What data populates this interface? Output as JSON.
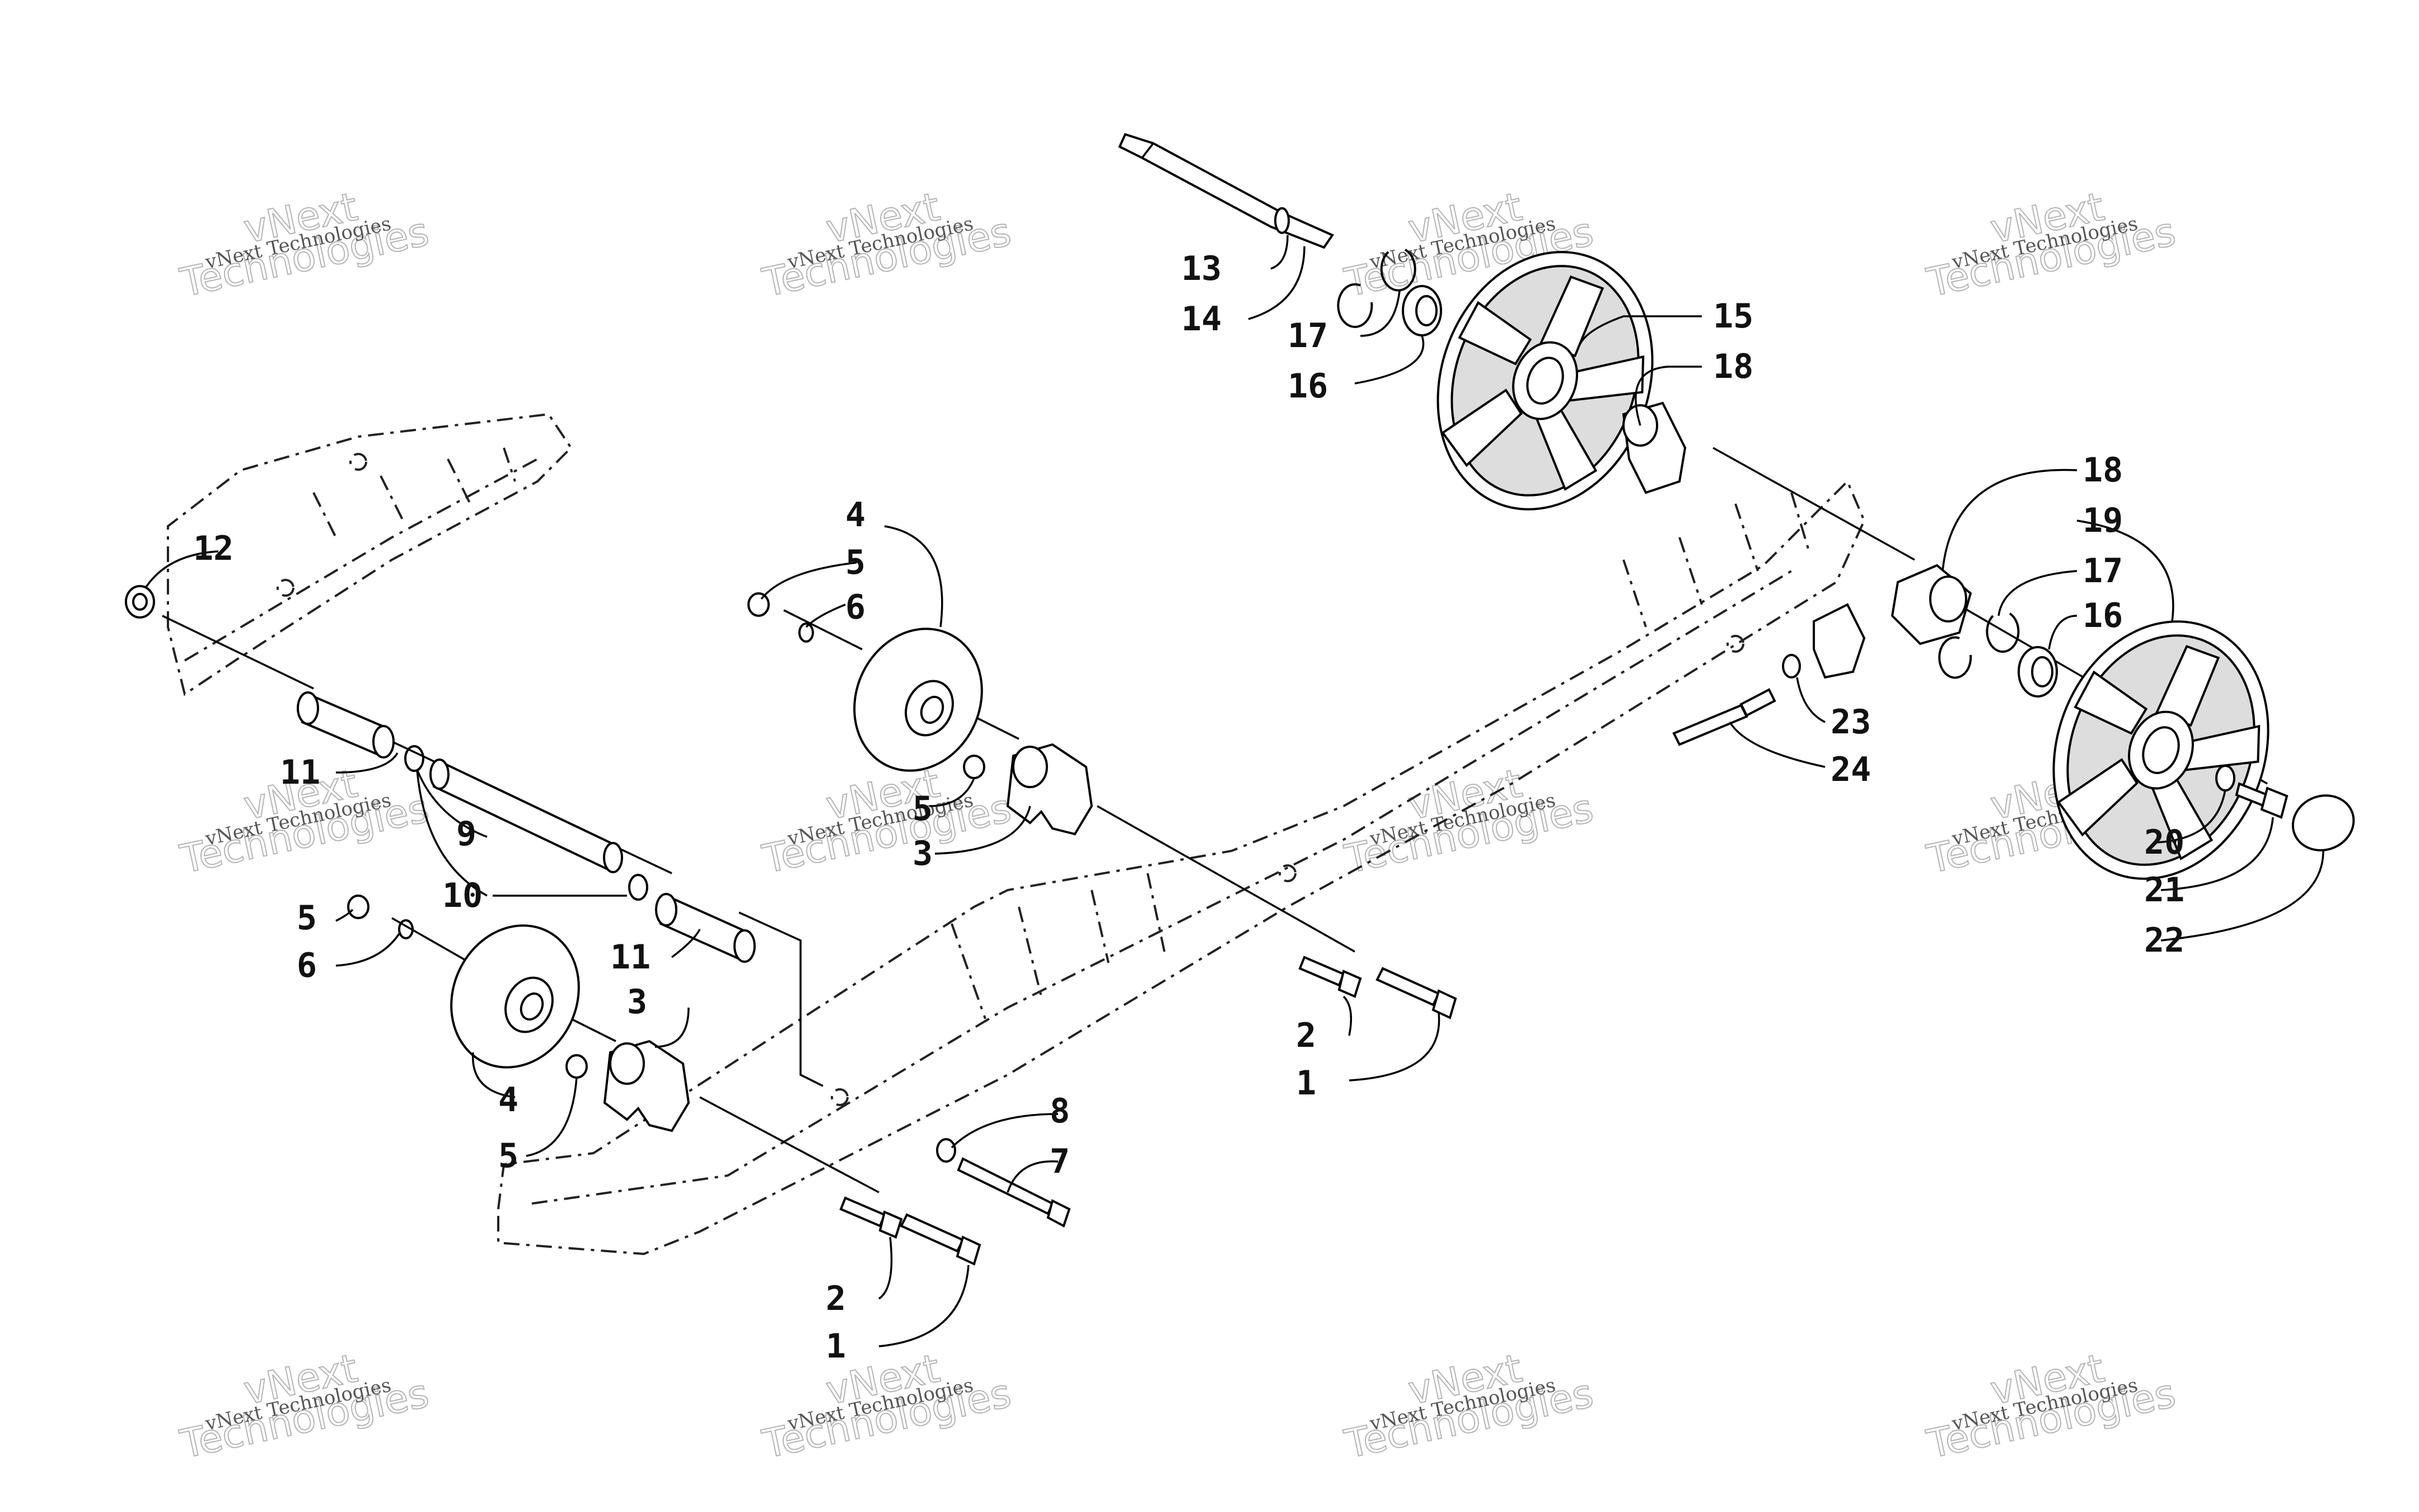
{
  "callouts": [
    "1",
    "2",
    "3",
    "4",
    "5",
    "6",
    "7",
    "8",
    "9",
    "10",
    "11",
    "12",
    "13",
    "14",
    "15",
    "16",
    "17",
    "18",
    "19",
    "20",
    "21",
    "22",
    "23",
    "24"
  ],
  "watermark": {
    "line1": "vNext Technologies",
    "line2": "vNext",
    "line3": "Technologies"
  }
}
